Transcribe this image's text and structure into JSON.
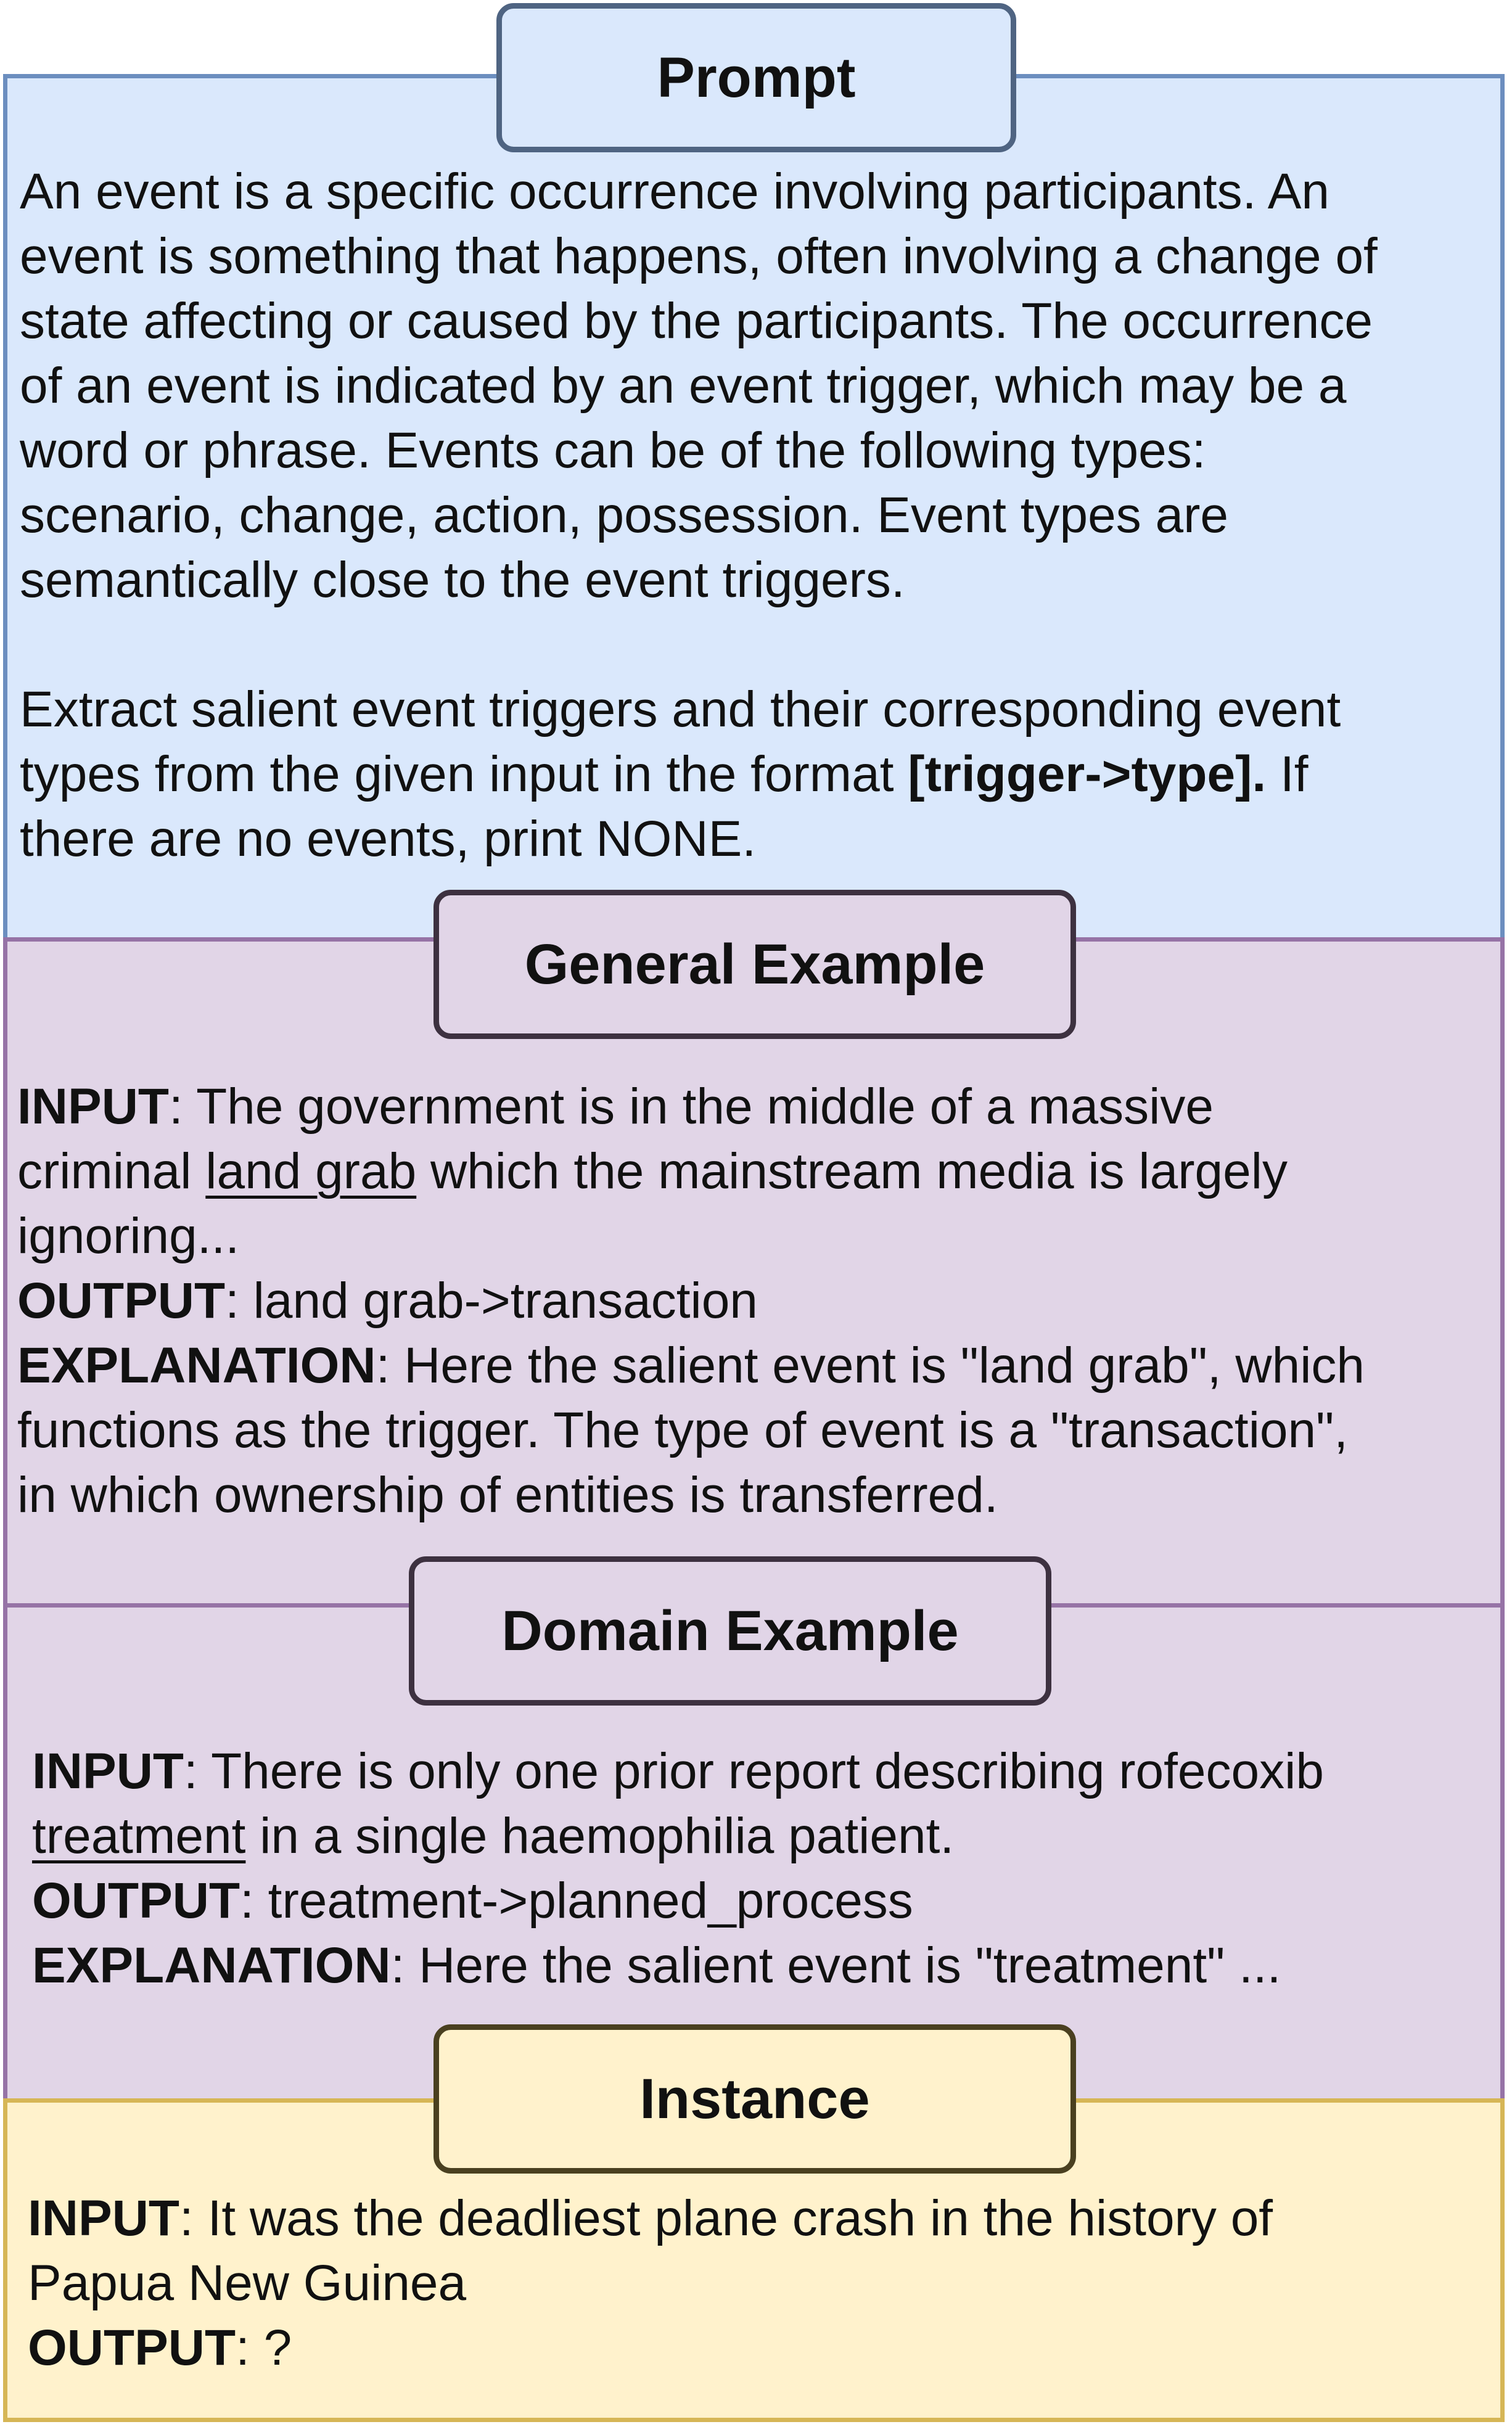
{
  "prompt": {
    "title": "Prompt",
    "lines": [
      "An event is a specific occurrence involving participants. An",
      "event is something that happens, often involving a change of",
      "state affecting or caused by the participants. The occurrence",
      "of an event is indicated by an event trigger, which may be a",
      "word or phrase. Events can be of the following types:",
      "scenario, change, action, possession. Event types are",
      "semantically close to the event triggers."
    ],
    "line8_pre": "Extract salient event triggers and their corresponding event",
    "line9_pre": "types from the given input in the format ",
    "line9_bold": "[trigger->type].",
    "line9_post": " If",
    "line10": "there are no events, print NONE."
  },
  "general_example": {
    "title": "General Example",
    "input_label": "INPUT",
    "input_line1": ": The government is in the middle of a massive",
    "input_line2_pre": "criminal ",
    "input_trigger": "land grab",
    "input_line2_post": " which the mainstream media is largely",
    "input_line3": "ignoring...",
    "output_label": "OUTPUT",
    "output_text": ": land grab->transaction",
    "explanation_label": "EXPLANATION",
    "explanation_line1": ": Here the salient event is \"land grab\", which",
    "explanation_line2": "functions as the trigger. The type of event is a \"transaction\",",
    "explanation_line3": "in which ownership of entities is transferred."
  },
  "domain_example": {
    "title": "Domain Example",
    "input_label": "INPUT",
    "input_line1": ": There is only one prior report describing rofecoxib",
    "input_trigger": "treatment",
    "input_line2_post": " in a single haemophilia patient.",
    "output_label": "OUTPUT",
    "output_text": ": treatment->planned_process",
    "explanation_label": "EXPLANATION",
    "explanation_text": ": Here the salient event is \"treatment\" ..."
  },
  "instance": {
    "title": "Instance",
    "input_label": "INPUT",
    "input_line1": ": It was the deadliest plane crash in the history of",
    "input_line2": "Papua New Guinea",
    "output_label": "OUTPUT",
    "output_text": ": ?"
  },
  "colors": {
    "prompt_fill": "#dae8fc",
    "prompt_border": "#6c8ebf",
    "example_fill": "#e1d5e7",
    "example_border": "#9673a6",
    "instance_fill": "#fff2cc",
    "instance_border": "#d6b656"
  }
}
